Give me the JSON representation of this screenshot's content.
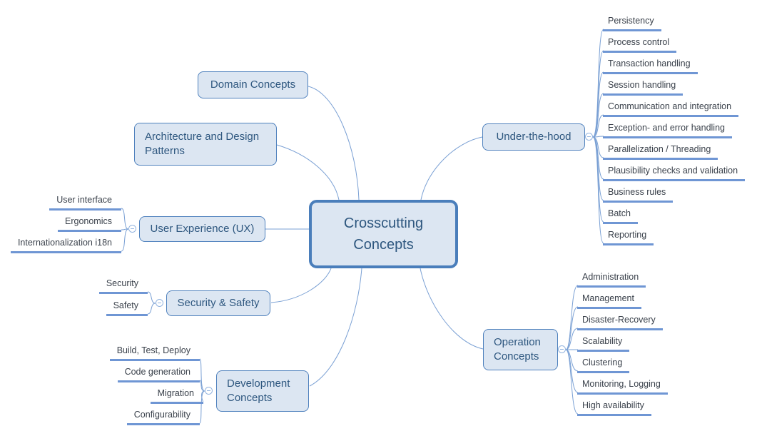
{
  "center": {
    "label": "Crosscutting Concepts"
  },
  "branches": [
    {
      "label": "Domain Concepts",
      "children": []
    },
    {
      "label": "Architecture and Design Patterns",
      "children": []
    },
    {
      "label": "User Experience (UX)",
      "children": [
        "User interface",
        "Ergonomics",
        "Internationalization i18n"
      ]
    },
    {
      "label": "Security & Safety",
      "children": [
        "Security",
        "Safety"
      ]
    },
    {
      "label": "Development Concepts",
      "children": [
        "Build, Test, Deploy",
        "Code generation",
        "Migration",
        "Configurability"
      ]
    },
    {
      "label": "Under-the-hood",
      "children": [
        "Persistency",
        "Process control",
        "Transaction handling",
        "Session handling",
        "Communication and integration",
        "Exception- and error handling",
        "Parallelization / Threading",
        "Plausibility checks and validation",
        "Business rules",
        "Batch",
        "Reporting"
      ]
    },
    {
      "label": "Operation Concepts",
      "children": [
        "Administration",
        "Management",
        "Disaster-Recovery",
        "Scalability",
        "Clustering",
        "Monitoring, Logging",
        "High availability"
      ]
    }
  ],
  "colors": {
    "node_fill": "#dce6f2",
    "node_border": "#4f81bd",
    "root_border": "#4a7ebb",
    "node_text": "#2e577f",
    "leaf_text": "#3a414b",
    "leaf_underline": "#6f96d4",
    "connector": "#7aa0d4",
    "toggle": "#94b5e0"
  },
  "toggle_state": "collapsed-minus"
}
